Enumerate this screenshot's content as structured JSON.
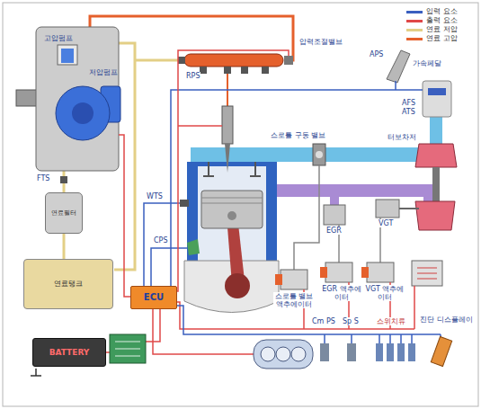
{
  "diagram": {
    "nodes": [
      {
        "text": [
          "연료필터"
        ]
      },
      {
        "text": [
          "연료탱크"
        ]
      },
      {
        "text": [
          "BATTERY"
        ]
      },
      {
        "text": [
          "ECU"
        ]
      }
    ],
    "edges": [
      {
        "from": 1,
        "to": 0,
        "arrow": "none"
      }
    ],
    "labels": [
      "고압펌프",
      "저압펌프",
      "압력조절밸브",
      "RPS",
      "APS",
      "가속페달",
      "AFS",
      "ATS",
      "스로틀 구동 밸브",
      "터보차저",
      "VGT",
      "EGR",
      "FTS",
      "WTS",
      "CPS",
      "스로틀 밸브 액추에이터",
      "EGR 액추에이터",
      "VGT 액추에이터",
      "Cm PS",
      "Sp S",
      "스위치류",
      "진단 디스플레이"
    ],
    "legend": [
      {
        "text": "입력 요소",
        "color": "#3a5fbf"
      },
      {
        "text": "출력 요소",
        "color": "#e04848"
      },
      {
        "text": "연료 저압",
        "color": "#e3cf86"
      },
      {
        "text": "연료 고압",
        "color": "#e5602c"
      }
    ]
  }
}
